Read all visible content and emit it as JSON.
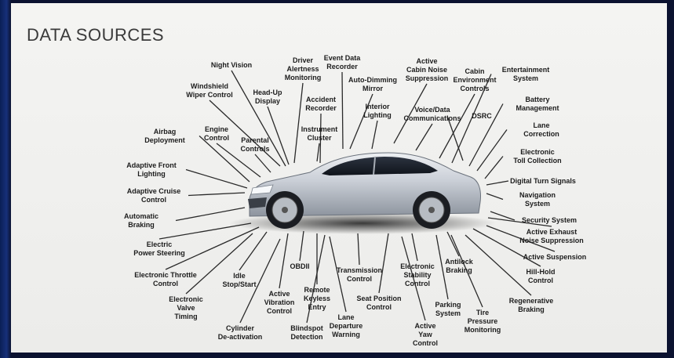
{
  "title": "DATA SOURCES",
  "labels": [
    {
      "lines": [
        "Night Vision"
      ]
    },
    {
      "lines": [
        "Windshield",
        "Wiper Control"
      ]
    },
    {
      "lines": [
        "Head-Up",
        "Display"
      ]
    },
    {
      "lines": [
        "Driver",
        "Alertness",
        "Monitoring"
      ]
    },
    {
      "lines": [
        "Event Data",
        "Recorder"
      ]
    },
    {
      "lines": [
        "Auto-Dimming",
        "Mirror"
      ]
    },
    {
      "lines": [
        "Accident",
        "Recorder"
      ]
    },
    {
      "lines": [
        "Interior",
        "Lighting"
      ]
    },
    {
      "lines": [
        "Active",
        "Cabin Noise",
        "Suppression"
      ]
    },
    {
      "lines": [
        "Cabin",
        "Environment",
        "Controls"
      ]
    },
    {
      "lines": [
        "Entertainment",
        "System"
      ]
    },
    {
      "lines": [
        "Battery",
        "Management"
      ]
    },
    {
      "lines": [
        "Voice/Data",
        "Communications"
      ]
    },
    {
      "lines": [
        "DSRC"
      ]
    },
    {
      "lines": [
        "Lane",
        "Correction"
      ]
    },
    {
      "lines": [
        "Electronic",
        "Toll Collection"
      ]
    },
    {
      "lines": [
        "Airbag",
        "Deployment"
      ]
    },
    {
      "lines": [
        "Engine",
        "Control"
      ]
    },
    {
      "lines": [
        "Parental",
        "Controls"
      ]
    },
    {
      "lines": [
        "Instrument",
        "Cluster"
      ]
    },
    {
      "lines": [
        "Adaptive Front",
        "Lighting"
      ]
    },
    {
      "lines": [
        "Digital Turn Signals"
      ]
    },
    {
      "lines": [
        "Adaptive Cruise",
        "Control"
      ]
    },
    {
      "lines": [
        "Navigation",
        "System"
      ]
    },
    {
      "lines": [
        "Automatic",
        "Braking"
      ]
    },
    {
      "lines": [
        "Security System"
      ]
    },
    {
      "lines": [
        "Active Exhaust",
        "Noise Suppression"
      ]
    },
    {
      "lines": [
        "Active Suspension"
      ]
    },
    {
      "lines": [
        "Electric",
        "Power Steering"
      ]
    },
    {
      "lines": [
        "OBDII"
      ]
    },
    {
      "lines": [
        "Transmission",
        "Control"
      ]
    },
    {
      "lines": [
        "Electronic",
        "Stability",
        "Control"
      ]
    },
    {
      "lines": [
        "Antilock",
        "Braking"
      ]
    },
    {
      "lines": [
        "Hill-Hold",
        "Control"
      ]
    },
    {
      "lines": [
        "Electronic Throttle",
        "Control"
      ]
    },
    {
      "lines": [
        "Idle",
        "Stop/Start"
      ]
    },
    {
      "lines": [
        "Active",
        "Vibration",
        "Control"
      ]
    },
    {
      "lines": [
        "Remote",
        "Keyless",
        "Entry"
      ]
    },
    {
      "lines": [
        "Seat Position",
        "Control"
      ]
    },
    {
      "lines": [
        "Regenerative",
        "Braking"
      ]
    },
    {
      "lines": [
        "Electronic",
        "Valve",
        "Timing"
      ]
    },
    {
      "lines": [
        "Parking",
        "System"
      ]
    },
    {
      "lines": [
        "Tire",
        "Pressure",
        "Monitoring"
      ]
    },
    {
      "lines": [
        "Cylinder",
        "De-activation"
      ]
    },
    {
      "lines": [
        "Blindspot",
        "Detection"
      ]
    },
    {
      "lines": [
        "Lane",
        "Departure",
        "Warning"
      ]
    },
    {
      "lines": [
        "Active",
        "Yaw",
        "Control"
      ]
    }
  ]
}
